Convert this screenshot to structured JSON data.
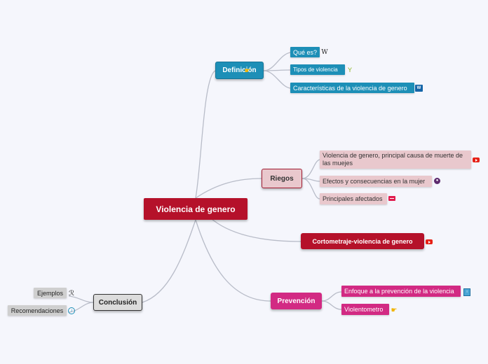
{
  "central": {
    "label": "Violencia de genero"
  },
  "branches": {
    "definicion": {
      "label": "Definición",
      "children": [
        {
          "label": "Qué es?",
          "icon": "wikipedia-icon"
        },
        {
          "label": "Tipos de violencia",
          "icon": "sprout-icon"
        },
        {
          "label": "Características de la violencia de genero",
          "icon": "web-link-icon"
        }
      ]
    },
    "riegos": {
      "label": "Riegos",
      "children": [
        {
          "label": "Violencia de genero, principal causa de muerte de las muejes",
          "icon": "youtube-icon"
        },
        {
          "label": "Efectos y consecuencias en la mujer",
          "icon": "globe-icon"
        },
        {
          "label": "Principales afectados",
          "icon": "flag-icon"
        }
      ]
    },
    "cortometraje": {
      "label": "Cortometraje-violencia de genero",
      "icon": "youtube-icon"
    },
    "prevencion": {
      "label": "Prevención",
      "children": [
        {
          "label": "Enfoque a la prevención de la violencia",
          "icon": "document-icon"
        },
        {
          "label": "Violentometro",
          "icon": "pointing-hand-icon"
        }
      ]
    },
    "conclusion": {
      "label": "Conclusión",
      "children": [
        {
          "label": "Ejemplos",
          "icon": "runner-icon"
        },
        {
          "label": "Recomendaciones",
          "icon": "note-icon"
        }
      ]
    }
  },
  "colors": {
    "background": "#f5f6fc",
    "central": "#b5112a",
    "definicion": "#1d8fb7",
    "riegos": "#e9c8cd",
    "prevencion": "#d22a83",
    "conclusion": "#dcdcdc",
    "connector": "#b8bcc8"
  }
}
